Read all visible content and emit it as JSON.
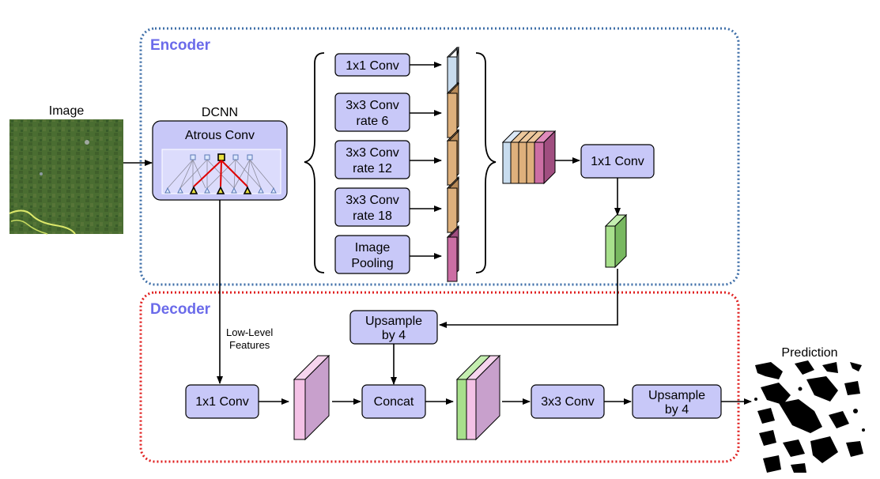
{
  "encoder": {
    "title": "Encoder",
    "image_label": "Image",
    "dcnn_label": "DCNN",
    "atrous_label": "Atrous Conv",
    "branches": [
      {
        "line1": "1x1 Conv",
        "line2": ""
      },
      {
        "line1": "3x3 Conv",
        "line2": "rate 6"
      },
      {
        "line1": "3x3 Conv",
        "line2": "rate 12"
      },
      {
        "line1": "3x3 Conv",
        "line2": "rate 18"
      },
      {
        "line1": "Image",
        "line2": "Pooling"
      }
    ],
    "merge_conv": "1x1 Conv"
  },
  "decoder": {
    "title": "Decoder",
    "low_level_line1": "Low-Level",
    "low_level_line2": "Features",
    "conv1x1": "1x1 Conv",
    "upsample_top_line1": "Upsample",
    "upsample_top_line2": "by 4",
    "concat": "Concat",
    "conv3x3": "3x3 Conv",
    "upsample_line1": "Upsample",
    "upsample_line2": "by 4",
    "prediction_label": "Prediction"
  },
  "colors": {
    "encoder_border": "#3f6fa8",
    "decoder_border": "#e02020",
    "box_fill": "#c8c8f8",
    "feat_blue": "#c8dcee",
    "feat_orange": "#deb07c",
    "feat_pink": "#cc6ea4",
    "feat_green": "#a8e08c",
    "feat_lightpink": "#f4c2e6",
    "feat_purple": "#c8a0cc"
  }
}
